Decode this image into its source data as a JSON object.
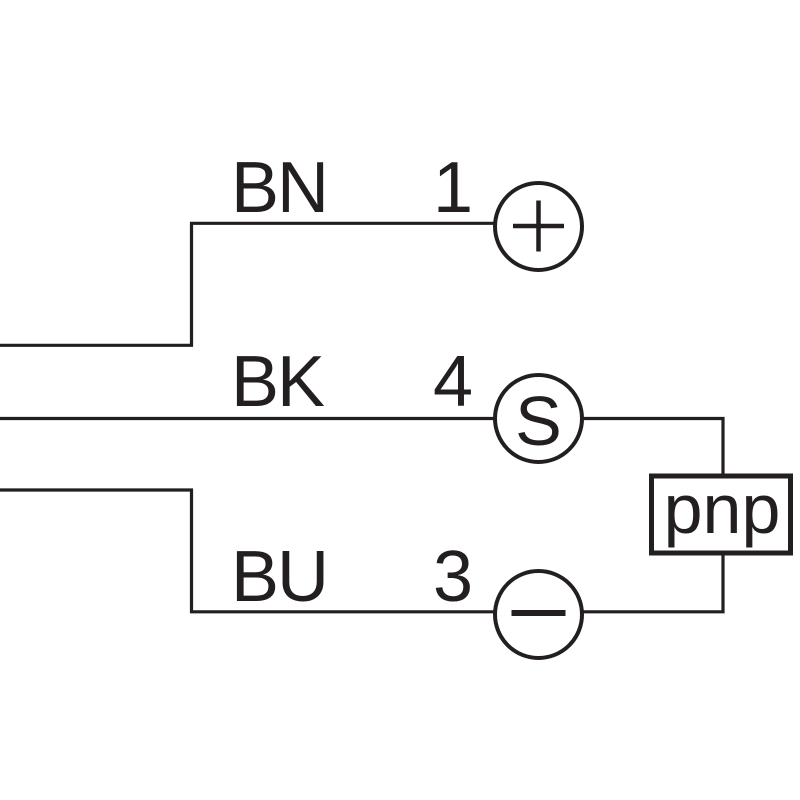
{
  "diagram": {
    "kind": "sensor-wiring-diagram",
    "colors": {
      "line": "#231f20",
      "background": "#ffffff"
    },
    "wires": [
      {
        "label": "BN",
        "pin": "1",
        "terminal_symbol": "+"
      },
      {
        "label": "BK",
        "pin": "4",
        "terminal_symbol": "S"
      },
      {
        "label": "BU",
        "pin": "3",
        "terminal_symbol": "−"
      }
    ],
    "output_box": {
      "label": "pnp"
    }
  }
}
